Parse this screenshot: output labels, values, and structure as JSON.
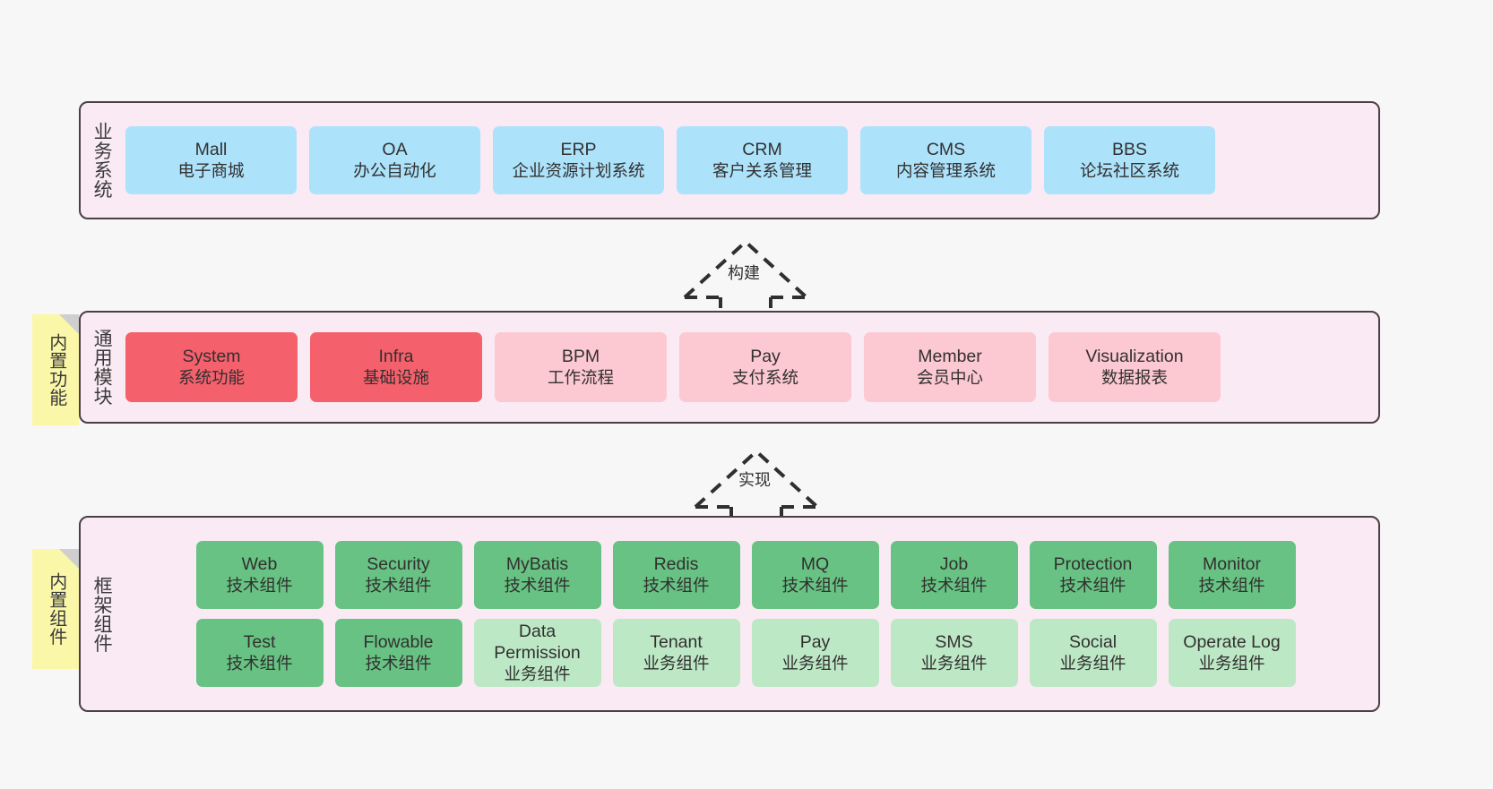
{
  "diagram": {
    "background_color": "#f7f7f7",
    "layer_fill": "#f9eaf4",
    "layer_border": "#4a3f47",
    "sticky_color": "#fbf7a8"
  },
  "business_layer": {
    "title": "业务系统",
    "card_color": "#ade2fb",
    "cards": [
      {
        "title": "Mall",
        "sub": "电子商城"
      },
      {
        "title": "OA",
        "sub": "办公自动化"
      },
      {
        "title": "ERP",
        "sub": "企业资源计划系统"
      },
      {
        "title": "CRM",
        "sub": "客户关系管理"
      },
      {
        "title": "CMS",
        "sub": "内容管理系统"
      },
      {
        "title": "BBS",
        "sub": "论坛社区系统"
      }
    ]
  },
  "build_arrow": {
    "label": "构建"
  },
  "implement_arrow": {
    "label": "实现"
  },
  "sticky_functions": {
    "label": "内置功能"
  },
  "sticky_components": {
    "label": "内置组件"
  },
  "modules_layer": {
    "title": "通用模块",
    "strong_color": "#f4606c",
    "soft_color": "#fcc9d2",
    "cards": [
      {
        "title": "System",
        "sub": "系统功能",
        "variant": "strong"
      },
      {
        "title": "Infra",
        "sub": "基础设施",
        "variant": "strong"
      },
      {
        "title": "BPM",
        "sub": "工作流程",
        "variant": "soft"
      },
      {
        "title": "Pay",
        "sub": "支付系统",
        "variant": "soft"
      },
      {
        "title": "Member",
        "sub": "会员中心",
        "variant": "soft"
      },
      {
        "title": "Visualization",
        "sub": "数据报表",
        "variant": "soft"
      }
    ]
  },
  "framework_layer": {
    "title": "框架组件",
    "tech_color": "#67c283",
    "biz_color": "#bde8c6",
    "row1": [
      {
        "title": "Web",
        "sub": "技术组件"
      },
      {
        "title": "Security",
        "sub": "技术组件"
      },
      {
        "title": "MyBatis",
        "sub": "技术组件"
      },
      {
        "title": "Redis",
        "sub": "技术组件"
      },
      {
        "title": "MQ",
        "sub": "技术组件"
      },
      {
        "title": "Job",
        "sub": "技术组件"
      },
      {
        "title": "Protection",
        "sub": "技术组件"
      },
      {
        "title": "Monitor",
        "sub": "技术组件"
      }
    ],
    "row2": [
      {
        "title": "Test",
        "sub": "技术组件",
        "variant": "tech"
      },
      {
        "title": "Flowable",
        "sub": "技术组件",
        "variant": "tech"
      },
      {
        "title": "Data Permission",
        "sub": "业务组件",
        "variant": "biz"
      },
      {
        "title": "Tenant",
        "sub": "业务组件",
        "variant": "biz"
      },
      {
        "title": "Pay",
        "sub": "业务组件",
        "variant": "biz"
      },
      {
        "title": "SMS",
        "sub": "业务组件",
        "variant": "biz"
      },
      {
        "title": "Social",
        "sub": "业务组件",
        "variant": "biz"
      },
      {
        "title": "Operate Log",
        "sub": "业务组件",
        "variant": "biz"
      }
    ]
  }
}
